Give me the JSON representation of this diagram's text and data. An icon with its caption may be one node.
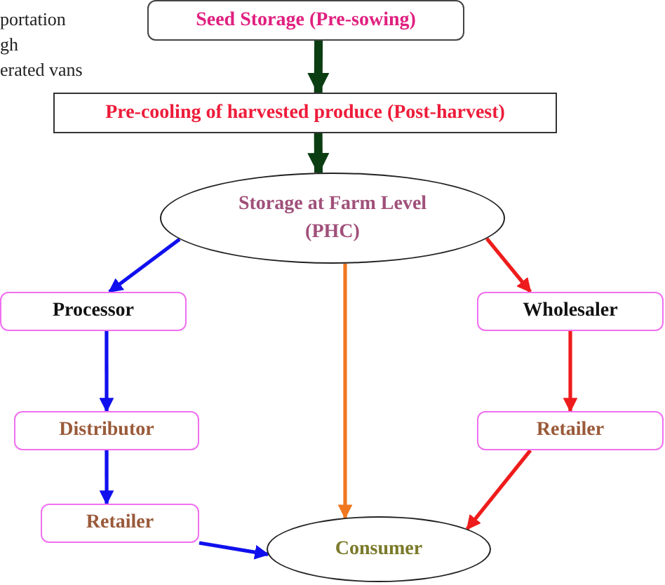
{
  "diagram": {
    "nodes": [
      {
        "text": [
          "Seed Storage (Pre-sowing)"
        ]
      },
      {
        "text": [
          "Pre-cooling of harvested produce (Post-harvest)"
        ]
      },
      {
        "text": [
          "Storage at Farm Level (PHC)"
        ]
      },
      {
        "text": [
          "Processor"
        ]
      },
      {
        "text": [
          "Wholesaler"
        ]
      },
      {
        "text": [
          "Distributor"
        ]
      },
      {
        "text": [
          "Retailer"
        ]
      },
      {
        "text": [
          "Retailer"
        ]
      },
      {
        "text": [
          "Consumer"
        ]
      }
    ],
    "edges": [
      {
        "from": 0,
        "to": 1,
        "arrow": "to",
        "style": "thick",
        "color": "#0b3d12"
      },
      {
        "from": 1,
        "to": 2,
        "arrow": "to",
        "style": "thick",
        "color": "#0b3d12"
      },
      {
        "from": 2,
        "to": 3,
        "arrow": "to"
      },
      {
        "from": 2,
        "to": 8,
        "arrow": "to",
        "color": "#f07820"
      },
      {
        "from": 2,
        "to": 4,
        "arrow": "to",
        "color": "#ee1c1c"
      },
      {
        "from": 3,
        "to": 5,
        "arrow": "to"
      },
      {
        "from": 5,
        "to": 6,
        "arrow": "to"
      },
      {
        "from": 6,
        "to": 8,
        "arrow": "to"
      },
      {
        "from": 4,
        "to": 7,
        "arrow": "to",
        "color": "#ee1c1c"
      },
      {
        "from": 7,
        "to": 8,
        "arrow": "to",
        "color": "#ee1c1c"
      }
    ],
    "labels": [
      "portation",
      "gh",
      "erated vans"
    ]
  }
}
